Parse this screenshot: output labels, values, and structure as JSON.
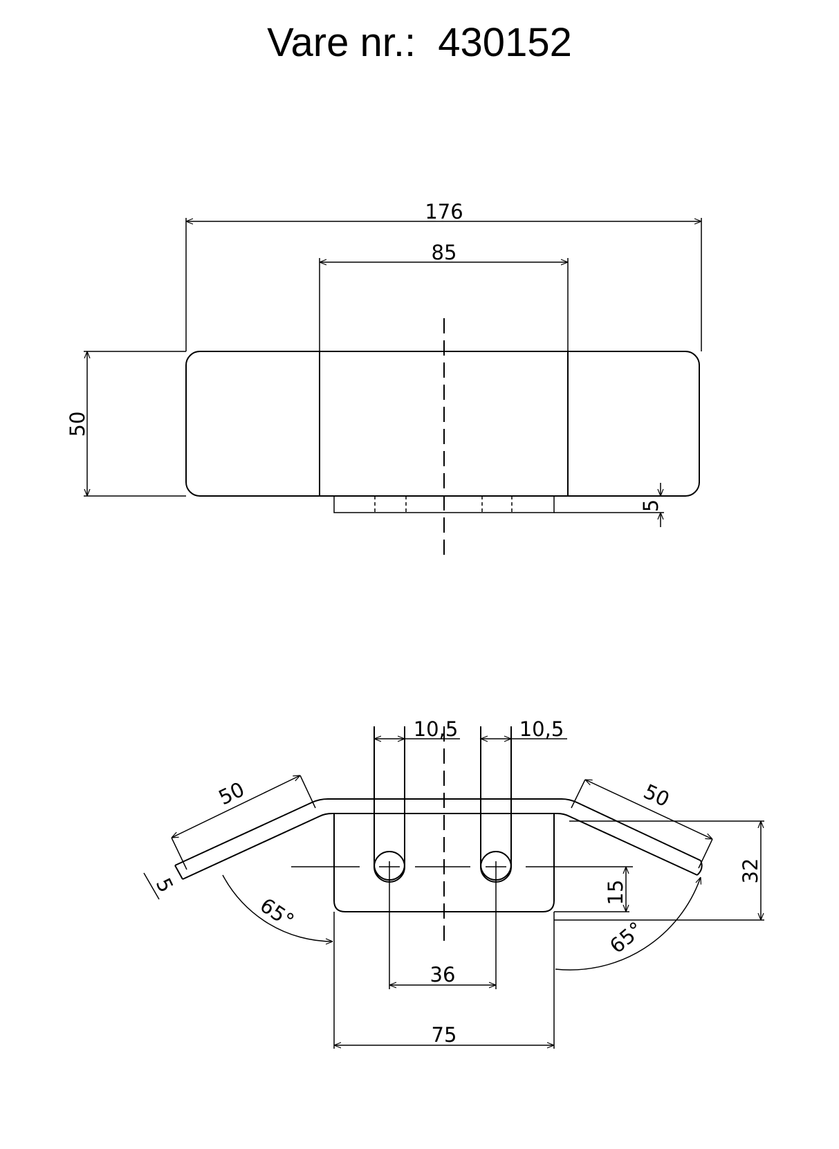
{
  "title": "Vare nr.:  430152",
  "top_view": {
    "dim_total_width": "176",
    "dim_center_width": "85",
    "dim_height": "50",
    "dim_flange": "5"
  },
  "front_view": {
    "dim_slot_left": "10,5",
    "dim_slot_right": "10,5",
    "dim_arm_left": "50",
    "dim_arm_right": "50",
    "dim_thickness": "5",
    "dim_angle_left": "65°",
    "dim_angle_right": "65°",
    "dim_hole_height": "15",
    "dim_total_height": "32",
    "dim_hole_spacing": "36",
    "dim_base_width": "75"
  }
}
